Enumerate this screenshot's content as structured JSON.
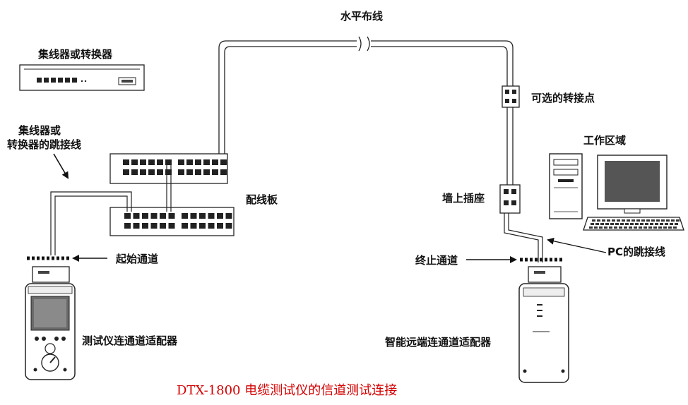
{
  "labels": {
    "horizontal_cabling": "水平布线",
    "hub_switch": "集线器或转换器",
    "hub_patch_line1": "集线器或",
    "hub_patch_line2": "转换器的跳接线",
    "optional_transition": "可选的转接点",
    "work_area": "工作区域",
    "patch_panel": "配线板",
    "wall_outlet": "墙上插座",
    "start_channel": "起始通道",
    "end_channel": "终止通道",
    "pc_patch": "PC的跳接线",
    "tester_adapter": "测试仪连通道适配器",
    "remote_adapter": "智能远端连通道适配器"
  },
  "caption": "DTX-1800  电缆测试仪的信道测试连接",
  "colors": {
    "line": "#222222",
    "cable_fill": "#d8d8d8",
    "caption": "#d40000"
  }
}
